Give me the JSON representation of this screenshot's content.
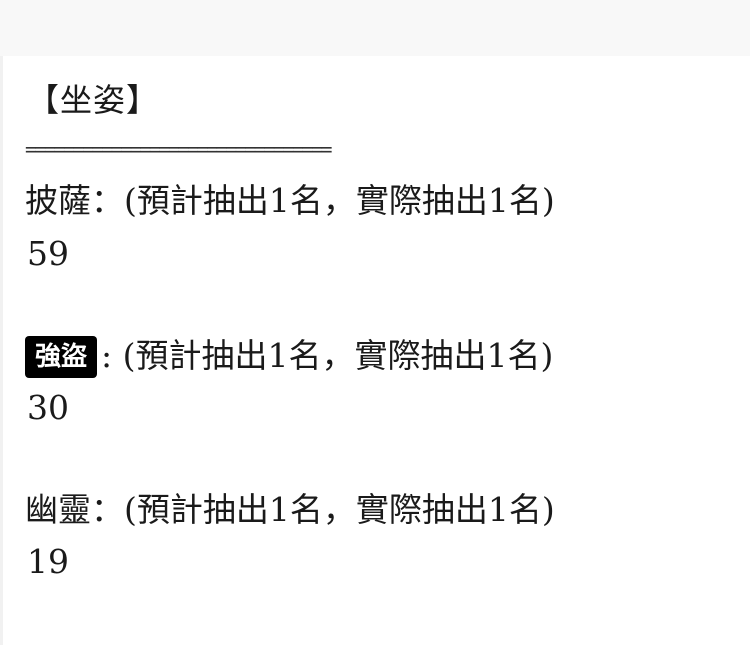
{
  "section": {
    "title": "【坐姿】",
    "divider": "================================"
  },
  "entries": [
    {
      "name": "披薩",
      "suffix": "：(預計抽出1名，實際抽出1名)",
      "count": "59",
      "redacted": false
    },
    {
      "name": "強盜",
      "suffix": ": (預計抽出1名，實際抽出1名)",
      "count": "30",
      "redacted": true
    },
    {
      "name": "幽靈",
      "suffix": "：(預計抽出1名，實際抽出1名)",
      "count": "19",
      "redacted": false
    }
  ]
}
